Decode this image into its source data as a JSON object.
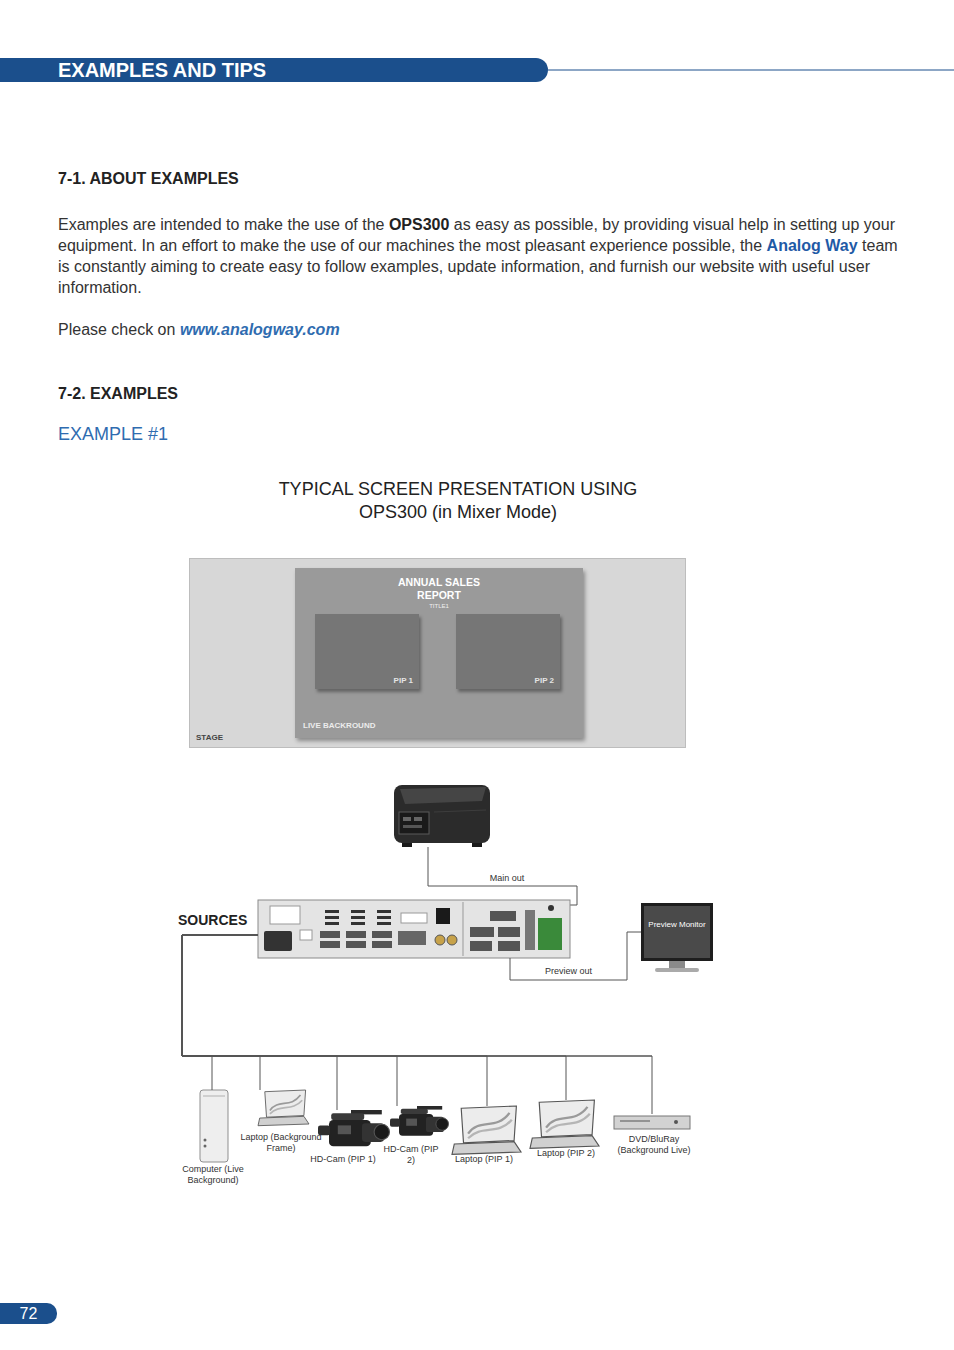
{
  "diagram": {
    "title": "EXAMPLES AND TIPS",
    "nodes": [
      {
        "text": [
          "STAGE"
        ]
      },
      {
        "text": [
          "ANNUAL SALES REPORT",
          "TITLE1",
          "LIVE BACKROUND"
        ],
        "in": 0
      },
      {
        "text": [
          "PIP 1"
        ],
        "in": 1
      },
      {
        "text": [
          "PIP 2"
        ],
        "in": 1
      },
      {
        "text": [
          "SOURCES"
        ]
      },
      {
        "text": [
          "Preview Monitor"
        ]
      },
      {
        "text": [
          "Computer (Live Background)"
        ]
      },
      {
        "text": [
          "Laptop (Background Frame)"
        ]
      },
      {
        "text": [
          "HD-Cam (PIP 1)"
        ]
      },
      {
        "text": [
          "HD-Cam (PIP 2)"
        ]
      },
      {
        "text": [
          "Laptop (PIP 1)"
        ]
      },
      {
        "text": [
          "Laptop (PIP 2)"
        ]
      },
      {
        "text": [
          "DVD/BluRay (Background Live)"
        ]
      }
    ],
    "edges": [
      {
        "from": 4,
        "to": 5,
        "label": "Preview out",
        "arrow": "none"
      },
      {
        "from": 6,
        "to": 4,
        "arrow": "none"
      },
      {
        "from": 7,
        "to": 4,
        "arrow": "none"
      },
      {
        "from": 8,
        "to": 4,
        "arrow": "none"
      },
      {
        "from": 9,
        "to": 4,
        "arrow": "none"
      },
      {
        "from": 10,
        "to": 4,
        "arrow": "none"
      },
      {
        "from": 11,
        "to": 4,
        "arrow": "none"
      },
      {
        "from": 12,
        "to": 4,
        "arrow": "none"
      }
    ],
    "labels": [
      "7-1. ABOUT EXAMPLES",
      "Examples are intended to make the use of the",
      "OPS300",
      "as easy as possible, by providing visual help in setting up your equipment. In an effort to make the use of our machines the most pleasant experience possible, the",
      "Analog Way",
      "team is constantly aiming to create easy to follow examples, update information, and furnish our website with useful user information.",
      "Please check on",
      "www.analogway.com",
      "7-2. EXAMPLES",
      "EXAMPLE #1",
      "TYPICAL SCREEN PRESENTATION USING OPS300 (in Mixer Mode)",
      "Main out",
      "72"
    ]
  }
}
